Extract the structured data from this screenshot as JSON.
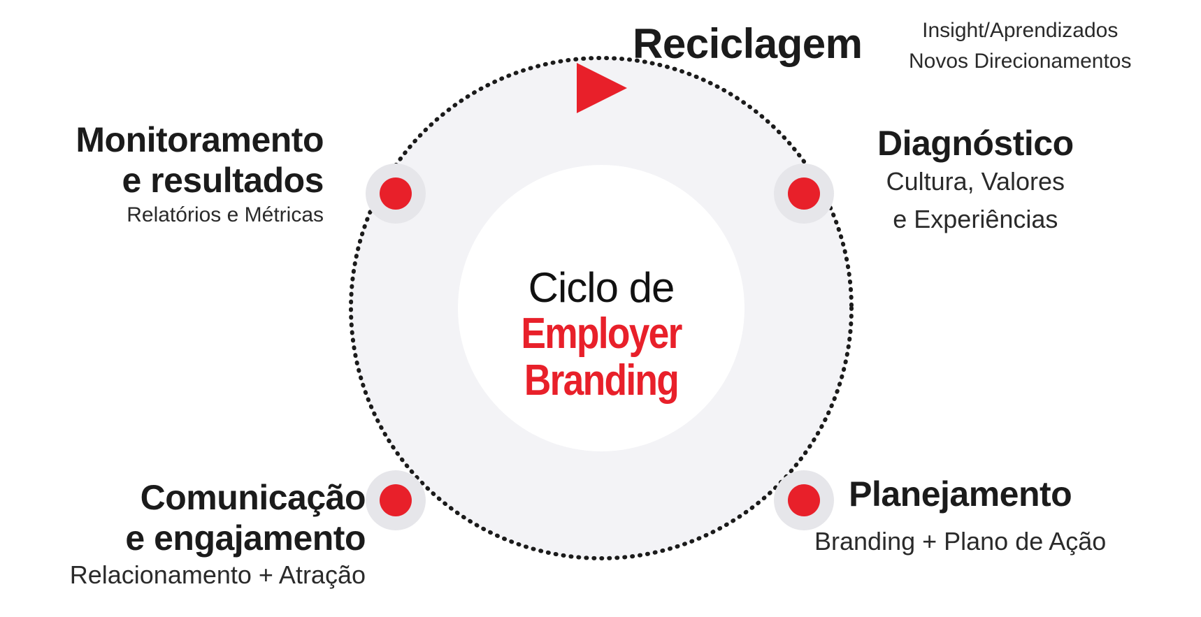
{
  "colors": {
    "accent": "#e8202a",
    "ring_fill": "#f3f3f6",
    "inner_fill": "#ffffff",
    "dotted_stroke": "#1b1b1b",
    "node_halo": "#e6e6ea",
    "text": "#1b1b1b"
  },
  "center": {
    "line1": "Ciclo de",
    "line2": "Employer",
    "line3": "Branding"
  },
  "stages": {
    "reciclagem": {
      "title": "Reciclagem",
      "note1": "Insight/Aprendizados",
      "note2": "Novos Direcionamentos"
    },
    "diagnostico": {
      "title": "Diagnóstico",
      "sub1": "Cultura, Valores",
      "sub2": "e Experiências"
    },
    "planejamento": {
      "title": "Planejamento",
      "sub": "Branding + Plano de Ação"
    },
    "comunicacao": {
      "title1": "Comunicação",
      "title2": "e engajamento",
      "sub": "Relacionamento + Atração"
    },
    "monitoramento": {
      "title1": "Monitoramento",
      "title2": "e resultados",
      "sub": "Relatórios e Métricas"
    }
  },
  "icons": {
    "direction_arrow": "triangle-right-icon",
    "stage_marker": "red-dot-icon"
  }
}
